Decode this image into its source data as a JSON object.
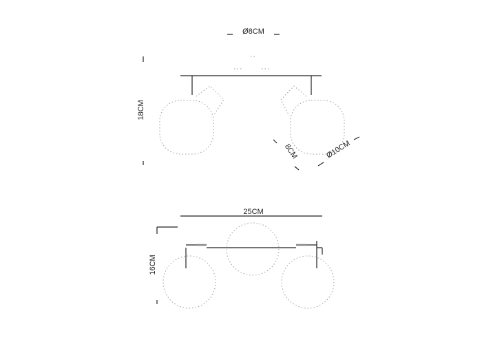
{
  "top_view": {
    "canopy_diameter": "Ø8CM",
    "height": "18CM",
    "shade_depth": "8CM",
    "shade_diameter": "Ø10CM"
  },
  "front_view": {
    "width": "25CM",
    "height": "16CM"
  },
  "colors": {
    "line": "#222222",
    "globe": "#aaaaaa"
  }
}
